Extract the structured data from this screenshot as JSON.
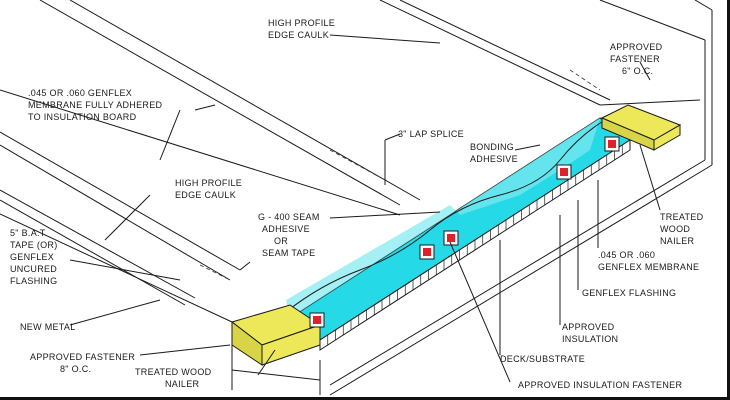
{
  "colors": {
    "membrane_fill": "#26d9e6",
    "nailer_fill": "#ece85a",
    "fastener_fill": "#e0202a",
    "line": "#1a1a1a"
  },
  "labels": {
    "high_profile_top": [
      "HIGH PROFILE",
      "EDGE CAULK"
    ],
    "approved_fastener_6": [
      "APPROVED",
      "FASTENER",
      "6\" O.C."
    ],
    "genflex_membrane_adhered": [
      ".045 OR .060 GENFLEX",
      "MEMBRANE FULLY ADHERED",
      "TO INSULATION BOARD"
    ],
    "lap_splice": "3\" LAP SPLICE",
    "bonding_adhesive": [
      "BONDING",
      "ADHESIVE"
    ],
    "high_profile_left": [
      "HIGH PROFILE",
      "EDGE CAULK"
    ],
    "treated_wood_nailer_right": [
      "TREATED",
      "WOOD",
      "NAILER"
    ],
    "seam_adhesive": [
      "G - 400 SEAM",
      "ADHESIVE",
      "OR",
      "SEAM TAPE"
    ],
    "genflex_membrane_045": [
      ".045 OR .060",
      "GENFLEX MEMBRANE"
    ],
    "bat_tape": [
      "5\" B.A.T.",
      "TAPE (OR)",
      "GENFLEX",
      "UNCURED",
      "FLASHING"
    ],
    "genflex_flashing": "GENFLEX FLASHING",
    "new_metal": "NEW METAL",
    "approved_insulation": [
      "APPROVED",
      "INSULATION"
    ],
    "approved_fastener_8": [
      "APPROVED FASTENER",
      "8\" O.C."
    ],
    "treated_wood_nailer_bottom": [
      "TREATED WOOD",
      "NAILER"
    ],
    "deck_substrate": "DECK/SUBSTRATE",
    "approved_insulation_fastener": "APPROVED INSULATION FASTENER"
  }
}
